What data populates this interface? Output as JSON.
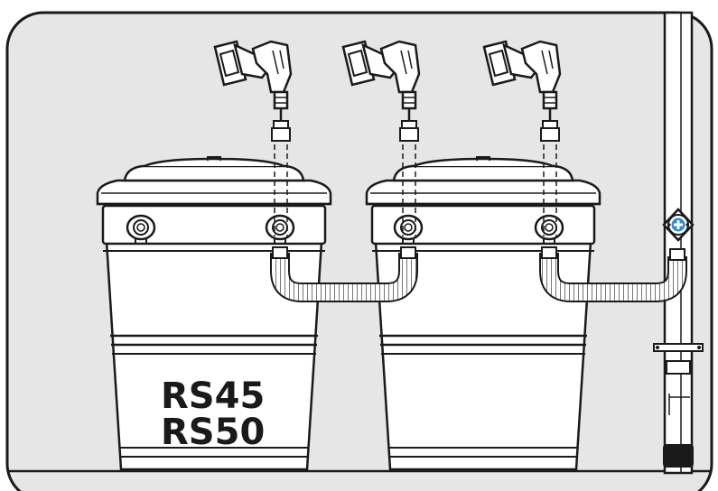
{
  "barrels": [
    {
      "name": "barrel-left",
      "model_lines": [
        "RS45",
        "RS50"
      ]
    },
    {
      "name": "barrel-right"
    }
  ],
  "drills": [
    {
      "name": "drill-1"
    },
    {
      "name": "drill-2"
    },
    {
      "name": "drill-3"
    }
  ],
  "downpipe": {
    "name": "downpipe",
    "fitting": "diverter-fitting-with-blue-plus-icon"
  },
  "colors": {
    "panel_bg": "#e6e6e6",
    "outline": "#1a1a1a",
    "fill_white": "#ffffff",
    "accent_blue": "#2a8fd6"
  }
}
